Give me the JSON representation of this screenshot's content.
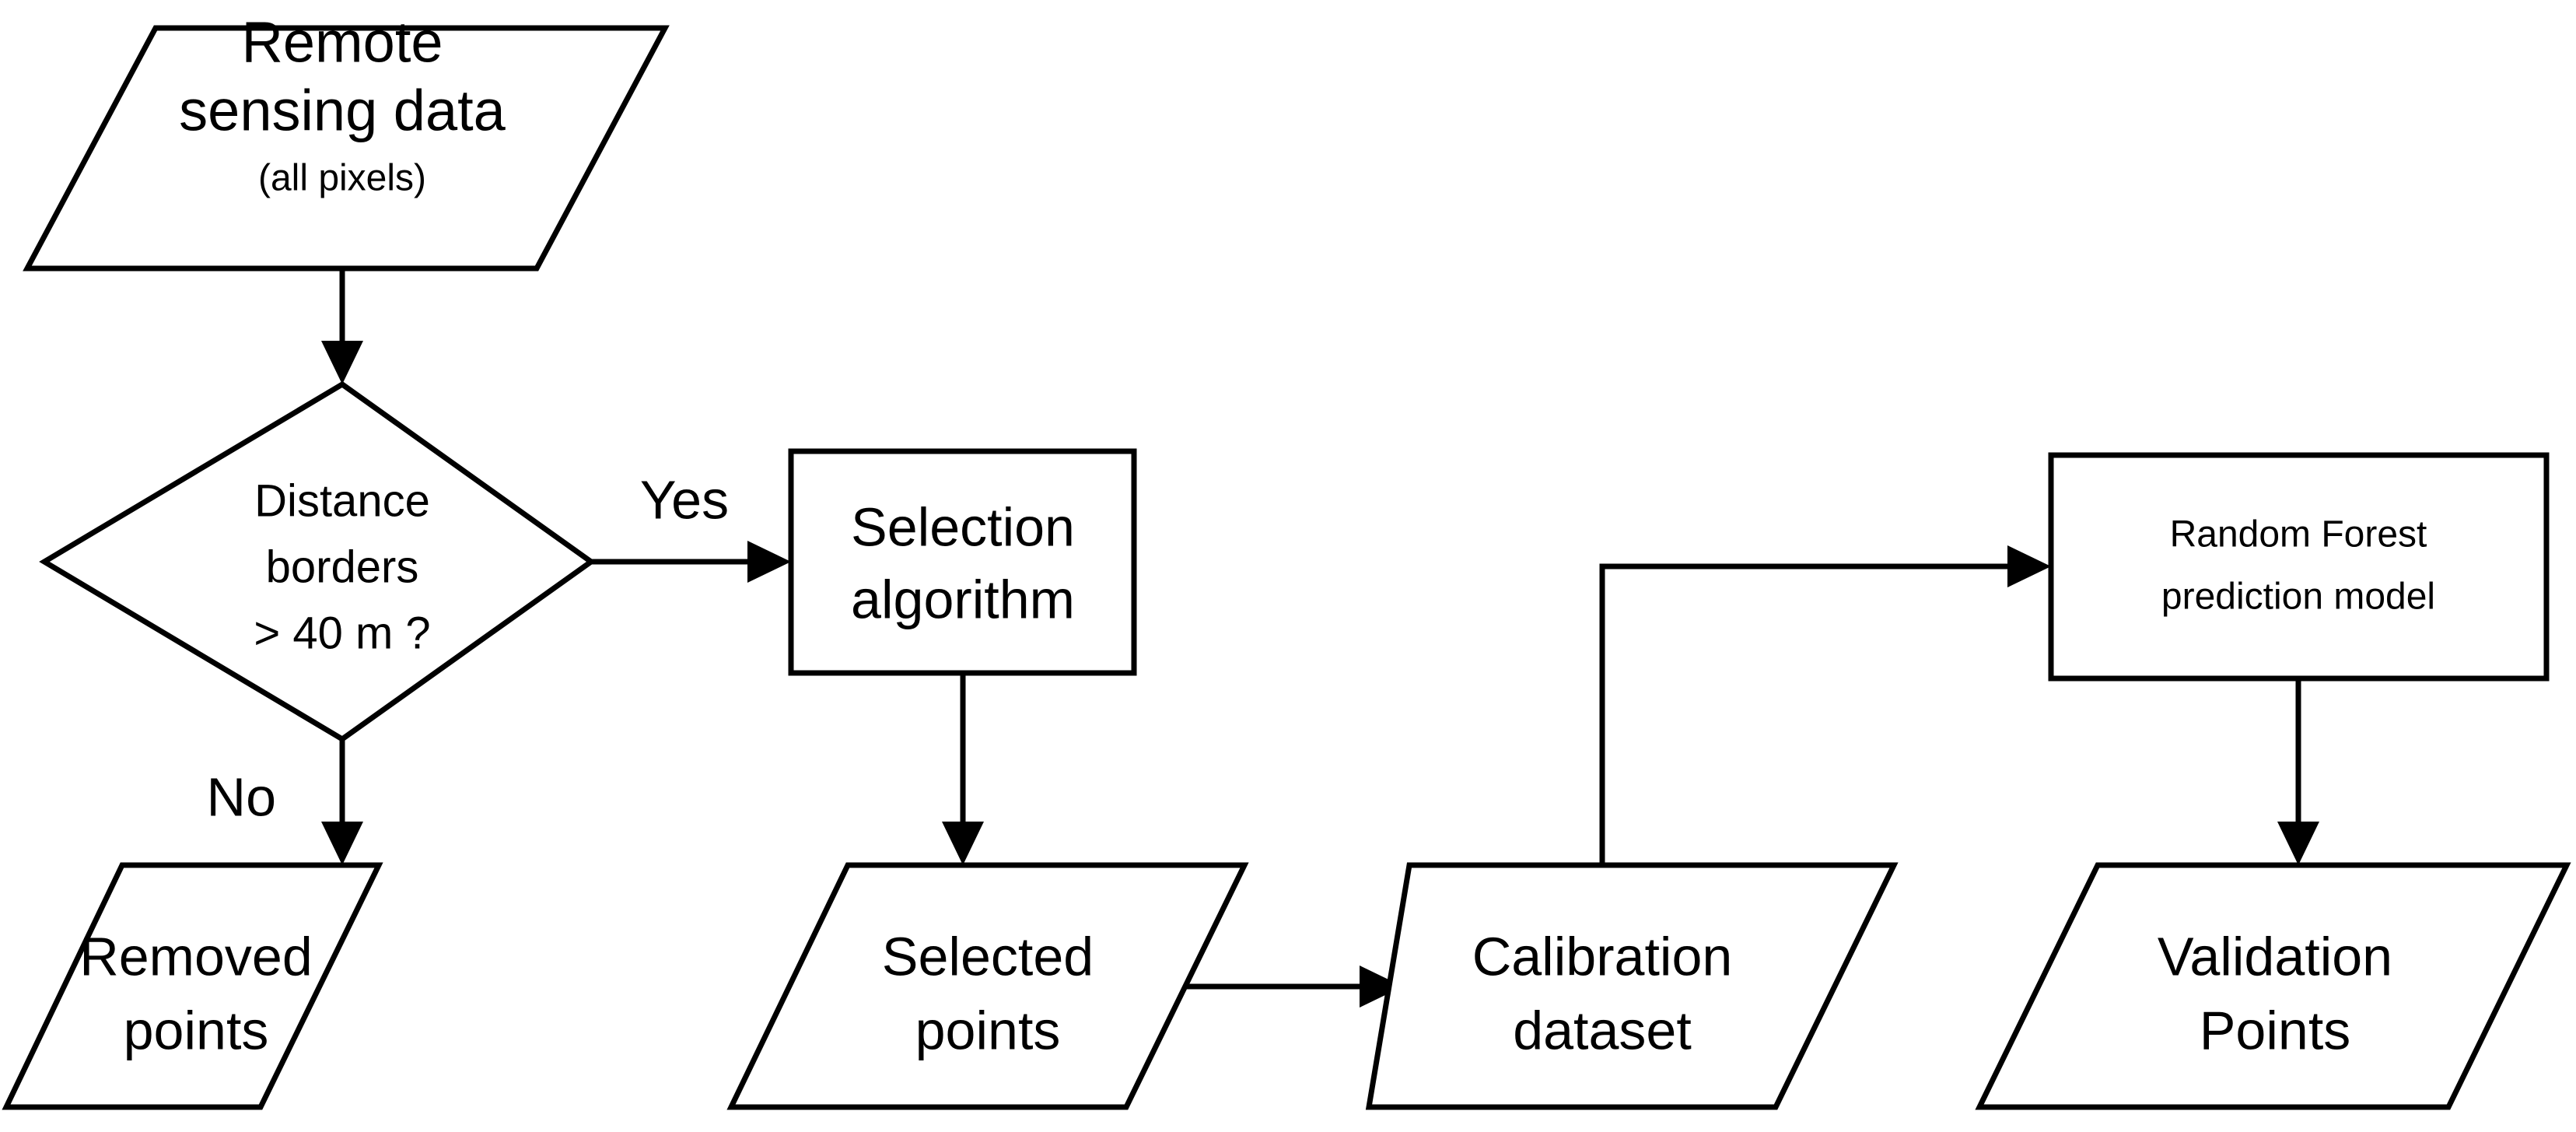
{
  "diagram": {
    "title": "Remote sensing point selection and Random Forest modelling workflow",
    "background_color": "#ffffff",
    "stroke_color": "#000000",
    "fill_color": "#ffffff",
    "nodes": {
      "remote_sensing_data": {
        "shape": "parallelogram",
        "line1": "Remote",
        "line2": "sensing data",
        "line3": "(all pixels)"
      },
      "distance_decision": {
        "shape": "diamond",
        "line1": "Distance",
        "line2": "borders",
        "line3": "> 40 m ?"
      },
      "selection_algorithm": {
        "shape": "rectangle",
        "line1": "Selection",
        "line2": "algorithm"
      },
      "random_forest": {
        "shape": "rectangle",
        "line1": "Random Forest",
        "line2": "prediction model"
      },
      "removed_points": {
        "shape": "parallelogram",
        "line1": "Removed",
        "line2": "points"
      },
      "selected_points": {
        "shape": "parallelogram",
        "line1": "Selected",
        "line2": "points"
      },
      "calibration_dataset": {
        "shape": "parallelogram",
        "line1": "Calibration",
        "line2": "dataset"
      },
      "validation_points": {
        "shape": "parallelogram",
        "line1": "Validation",
        "line2": "Points"
      }
    },
    "edge_labels": {
      "yes": "Yes",
      "no": "No"
    }
  }
}
